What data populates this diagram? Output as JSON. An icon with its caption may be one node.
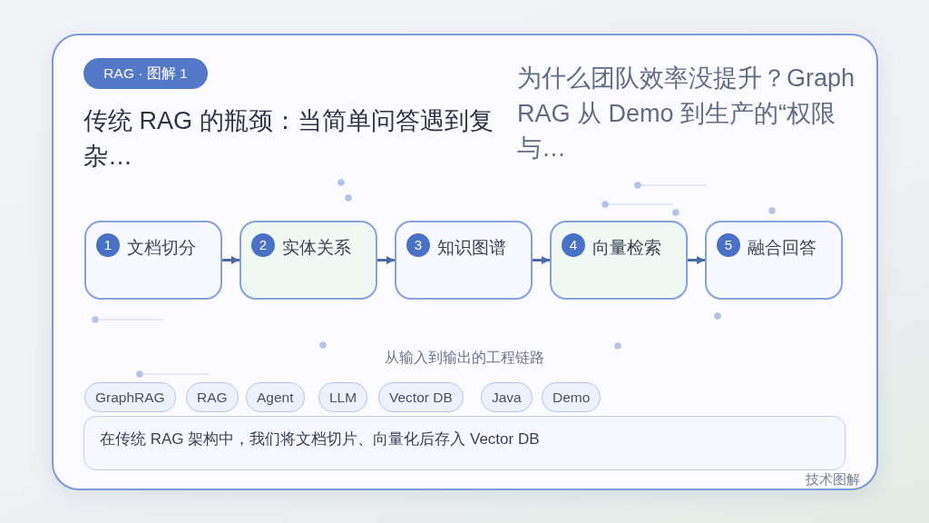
{
  "diagram": {
    "title": "传统 RAG 的瓶颈：当简单问答遇到复杂…",
    "nodes": [
      {
        "text": [],
        "shape": "box"
      },
      {
        "text": [
          "RAG · 图解 1"
        ],
        "in": 0
      },
      {
        "text": [
          "1",
          "文档切分"
        ],
        "in": 0
      },
      {
        "text": [
          "2",
          "实体关系"
        ],
        "in": 0
      },
      {
        "text": [
          "3",
          "知识图谱"
        ],
        "in": 0
      },
      {
        "text": [
          "4",
          "向量检索"
        ],
        "in": 0
      },
      {
        "text": [
          "5",
          "融合回答"
        ],
        "in": 0
      },
      {
        "text": [
          "GraphRAG"
        ],
        "in": 0
      },
      {
        "text": [
          "RAG"
        ],
        "in": 0
      },
      {
        "text": [
          "Agent"
        ],
        "in": 0
      },
      {
        "text": [
          "LLM"
        ],
        "in": 0
      },
      {
        "text": [
          "Vector DB"
        ],
        "in": 0
      },
      {
        "text": [
          "Java"
        ],
        "in": 0
      },
      {
        "text": [
          "Demo"
        ],
        "in": 0
      },
      {
        "text": [
          "在传统 RAG 架构中，我们将文档切片、向量化后存入 Vector DB"
        ],
        "in": 0
      }
    ],
    "edges": [
      {
        "from": 2,
        "to": 3,
        "arrow": "to"
      },
      {
        "from": 3,
        "to": 4,
        "arrow": "to"
      },
      {
        "from": 4,
        "to": 5,
        "arrow": "to"
      },
      {
        "from": 5,
        "to": 6,
        "arrow": "to"
      }
    ],
    "labels": [
      "为什么团队效率没提升？GraphRAG 从 Demo 到生产的“权限与…",
      "从输入到输出的工程链路",
      "技术图解"
    ]
  }
}
